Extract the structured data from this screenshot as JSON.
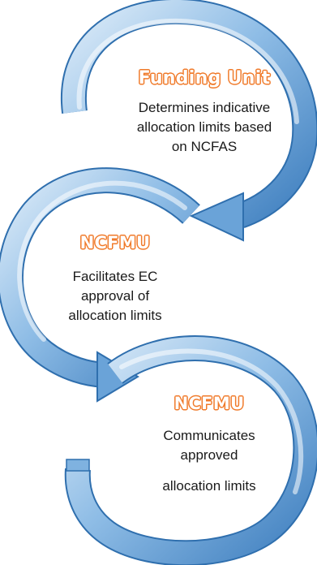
{
  "steps": [
    {
      "title": "Funding Unit",
      "lines": [
        "Determines indicative",
        "allocation limits based",
        "on NCFAS"
      ]
    },
    {
      "title": "NCFMU",
      "lines": [
        "Facilitates EC",
        "approval of",
        "allocation limits"
      ]
    },
    {
      "title": "NCFMU",
      "lines": [
        "Communicates",
        "approved",
        "allocation limits"
      ]
    }
  ],
  "colors": {
    "arrow_light": "#cfe3f6",
    "arrow_mid": "#8fbde6",
    "arrow_dark": "#3f7fbf",
    "title_outline": "#f07a2a",
    "text": "#1a1a1a"
  }
}
